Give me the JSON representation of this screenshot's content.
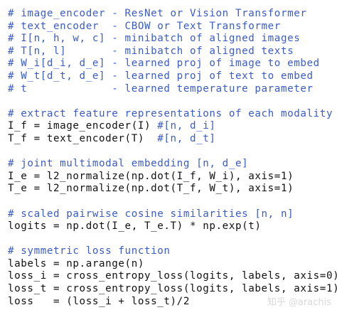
{
  "header_comments": [
    "# image_encoder - ResNet or Vision Transformer",
    "# text_encoder  - CBOW or Text Transformer",
    "# I[n, h, w, c] - minibatch of aligned images",
    "# T[n, l]       - minibatch of aligned texts",
    "# W_i[d_i, d_e] - learned proj of image to embed",
    "# W_t[d_t, d_e] - learned proj of text to embed",
    "# t             - learned temperature parameter"
  ],
  "extract_comment": "# extract feature representations of each modality",
  "extract_line1_code": "I_f = image_encoder(I) ",
  "extract_line1_comment": "#[n, d_i]",
  "extract_line2_code": "T_f = text_encoder(T)  ",
  "extract_line2_comment": "#[n, d_t]",
  "joint_comment": "# joint multimodal embedding [n, d_e]",
  "joint_lines": [
    "I_e = l2_normalize(np.dot(I_f, W_i), axis=1)",
    "T_e = l2_normalize(np.dot(T_f, W_t), axis=1)"
  ],
  "logits_comment": "# scaled pairwise cosine similarities [n, n]",
  "logits_line": "logits = np.dot(I_e, T_e.T) * np.exp(t)",
  "loss_comment": "# symmetric loss function",
  "loss_lines": [
    "labels = np.arange(n)",
    "loss_i = cross_entropy_loss(logits, labels, axis=0)",
    "loss_t = cross_entropy_loss(logits, labels, axis=1)",
    "loss   = (loss_i + loss_t)/2"
  ],
  "watermark": "知乎 @arachis"
}
